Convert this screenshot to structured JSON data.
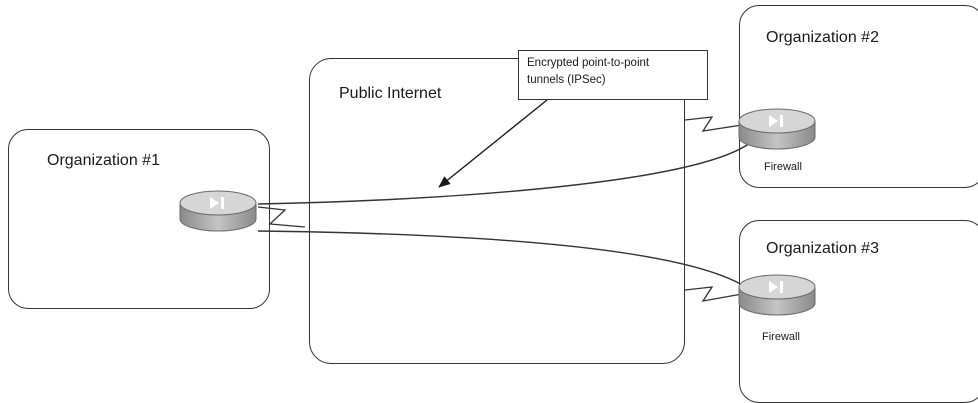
{
  "organizations": {
    "org1": {
      "title": "Organization #1"
    },
    "org2": {
      "title": "Organization #2",
      "device_label": "Firewall"
    },
    "org3": {
      "title": "Organization #3",
      "device_label": "Firewall"
    }
  },
  "internet": {
    "title": "Public Internet"
  },
  "callout": {
    "line1": "Encrypted point-to-point",
    "line2": "tunnels (IPSec)"
  },
  "router": {
    "glyph": "▶I",
    "icon": "router-icon"
  },
  "colors": {
    "border": "#333333",
    "router_body": "#9a9a9a",
    "router_top": "#cfcfcf"
  }
}
